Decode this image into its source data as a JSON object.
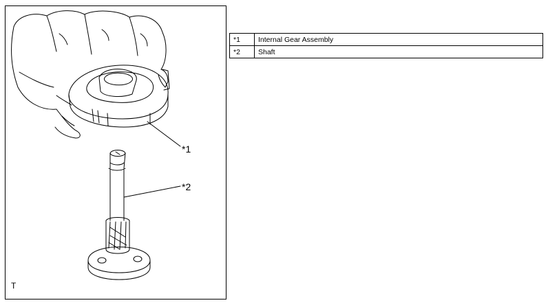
{
  "figure": {
    "callout_1": "*1",
    "callout_2": "*2",
    "corner_tag": "T"
  },
  "legend": {
    "rows": [
      {
        "ref": "*1",
        "description": "Internal Gear Assembly"
      },
      {
        "ref": "*2",
        "description": "Shaft"
      }
    ]
  }
}
